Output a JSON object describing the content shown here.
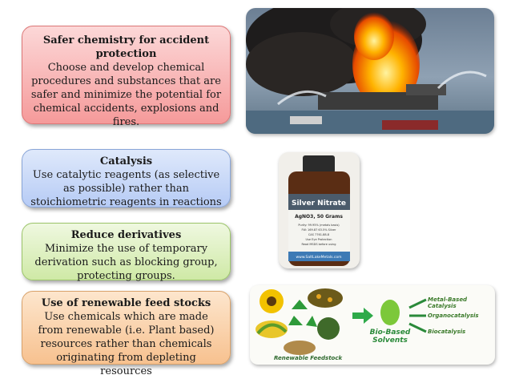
{
  "cards": [
    {
      "title": "Safer chemistry for accident protection",
      "body": "Choose and develop chemical procedures and substances that are safer and minimize the potential for chemical accidents, explosions and fires."
    },
    {
      "title": "Catalysis",
      "body": "Use catalytic reagents (as selective as possible) rather than stoichiometric reagents in reactions"
    },
    {
      "title": "Reduce derivatives",
      "body": "Minimize the use of temporary derivation such as blocking group, protecting groups."
    },
    {
      "title": "Use of renewable feed stocks",
      "body": "Use chemicals which are made from renewable (i.e. Plant based) resources rather than chemicals originating from depleting resources"
    }
  ],
  "bottle": {
    "name": "Silver Nitrate",
    "formula": "AgNO3, 50 Grams",
    "details": [
      "Purity: 99.95% (metals basis)",
      "FW: 169.87 63.5% Silver",
      "CAS 7761-88-8",
      "Use Eye Protection",
      "Read MSDS before using"
    ],
    "site": "www.SaltLakeMetals.com"
  },
  "feedstock": {
    "source_label": "Renewable Feedstock",
    "product_label": "Bio-Based Solvents",
    "outputs": [
      "Metal-Based Catalysis",
      "Organocatalysis",
      "Biocatalysis"
    ]
  },
  "colors": {
    "red_card": "#f59a9a",
    "blue_card": "#b6cbf5",
    "green_card": "#cfe9a6",
    "orange_card": "#f7c18f"
  }
}
